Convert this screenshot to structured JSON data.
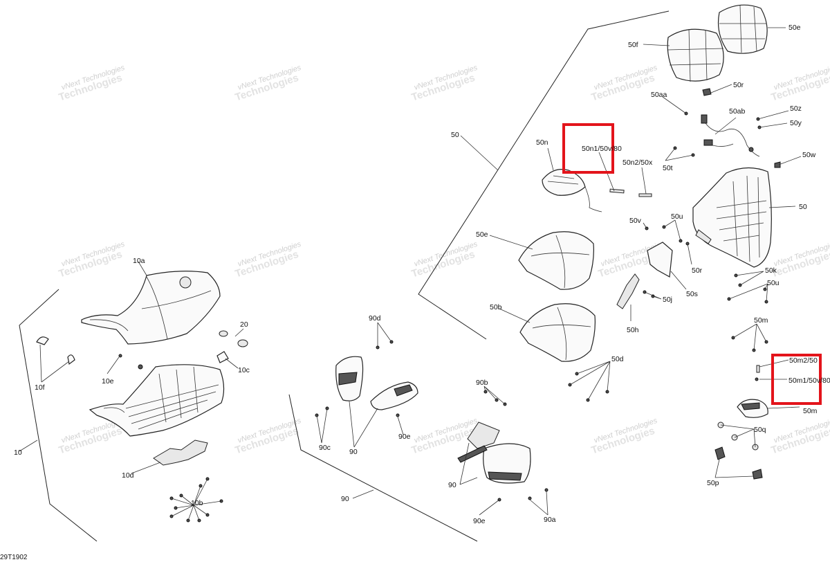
{
  "figure_id": "29T1902",
  "watermark": {
    "line1": "vNext Technologies",
    "line2": "Technologies"
  },
  "labels": {
    "l10a": "10a",
    "l10": "10",
    "l10b": "10b",
    "l10c": "10c",
    "l10d": "10d",
    "l10e": "10e",
    "l10f": "10f",
    "l20": "20",
    "l50": "50",
    "l50_right": "50",
    "l50e_top": "50e",
    "l50e_mid": "50e",
    "l50f": "50f",
    "l50r_top": "50r",
    "l50r_mid": "50r",
    "l50aa": "50aa",
    "l50ab": "50ab",
    "l50z": "50z",
    "l50y": "50y",
    "l50n": "50n",
    "l50n1": "50n1/50v/80",
    "l50n2": "50n2/50x",
    "l50t": "50t",
    "l50w": "50w",
    "l50v": "50v",
    "l50u_top": "50u",
    "l50u_right": "50u",
    "l50s": "50s",
    "l50j": "50j",
    "l50h": "50h",
    "l50b": "50b",
    "l50d": "50d",
    "l50k": "50k",
    "l50m": "50m",
    "l50m_low": "50m",
    "l50m2": "50m2/50",
    "l50m1": "50m1/50v/80",
    "l50q": "50q",
    "l50p": "50p",
    "l90": "90",
    "l90_mid": "90",
    "l90_low": "90",
    "l90a": "90a",
    "l90b": "90b",
    "l90c": "90c",
    "l90d": "90d",
    "l90e_mid": "90e",
    "l90e_low": "90e"
  },
  "highlights": [
    {
      "name": "highlight-50n1",
      "color": "#e3141b"
    },
    {
      "name": "highlight-50m1",
      "color": "#e3141b"
    }
  ]
}
